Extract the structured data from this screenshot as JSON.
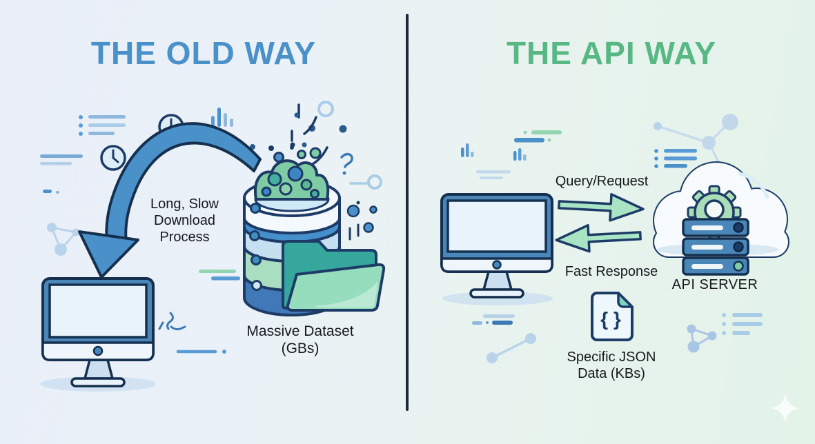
{
  "left_panel": {
    "title": "THE OLD WAY",
    "process_label": {
      "line1": "Long, Slow",
      "line2": "Download",
      "line3": "Process"
    },
    "dataset_label": {
      "line1": "Massive Dataset",
      "line2": "(GBs)"
    }
  },
  "right_panel": {
    "title": "THE API WAY",
    "request_label": "Query/Request",
    "response_label": "Fast Response",
    "server_label": "API SERVER",
    "json_file_glyph": "{ }",
    "json_label": {
      "line1": "Specific JSON",
      "line2": "Data (KBs)"
    }
  },
  "colors": {
    "old_way_blue": "#4a90c9",
    "api_way_green": "#57b884",
    "outline_navy": "#1d3b66",
    "label_text": "#16181c",
    "request_arrow_green": "#a9e5c4",
    "download_arrow_blue": "#4a90c9",
    "database_bands": [
      "#f4f9fd",
      "#4590cc",
      "#c6e0f2",
      "#a9dfc0",
      "#4178b8"
    ],
    "folder_teal": "#35a79c",
    "folder_mint": "#96ddbe",
    "background_left": "#e9eef8",
    "background_right": "#e3f3e8"
  },
  "icons": {
    "left": [
      "list-icon",
      "clock-icon",
      "clock-icon",
      "bar-chart-icon",
      "network-nodes-icon",
      "question-mark-doodle",
      "curved-download-arrow",
      "database-icon",
      "folder-icon",
      "computer-icon"
    ],
    "right": [
      "bar-chart-icon",
      "network-nodes-icon",
      "list-icon",
      "computer-icon",
      "request-arrow-icon",
      "response-arrow-icon",
      "cloud-icon",
      "gear-icon",
      "server-icon",
      "json-file-icon",
      "sparkle-icon"
    ]
  }
}
